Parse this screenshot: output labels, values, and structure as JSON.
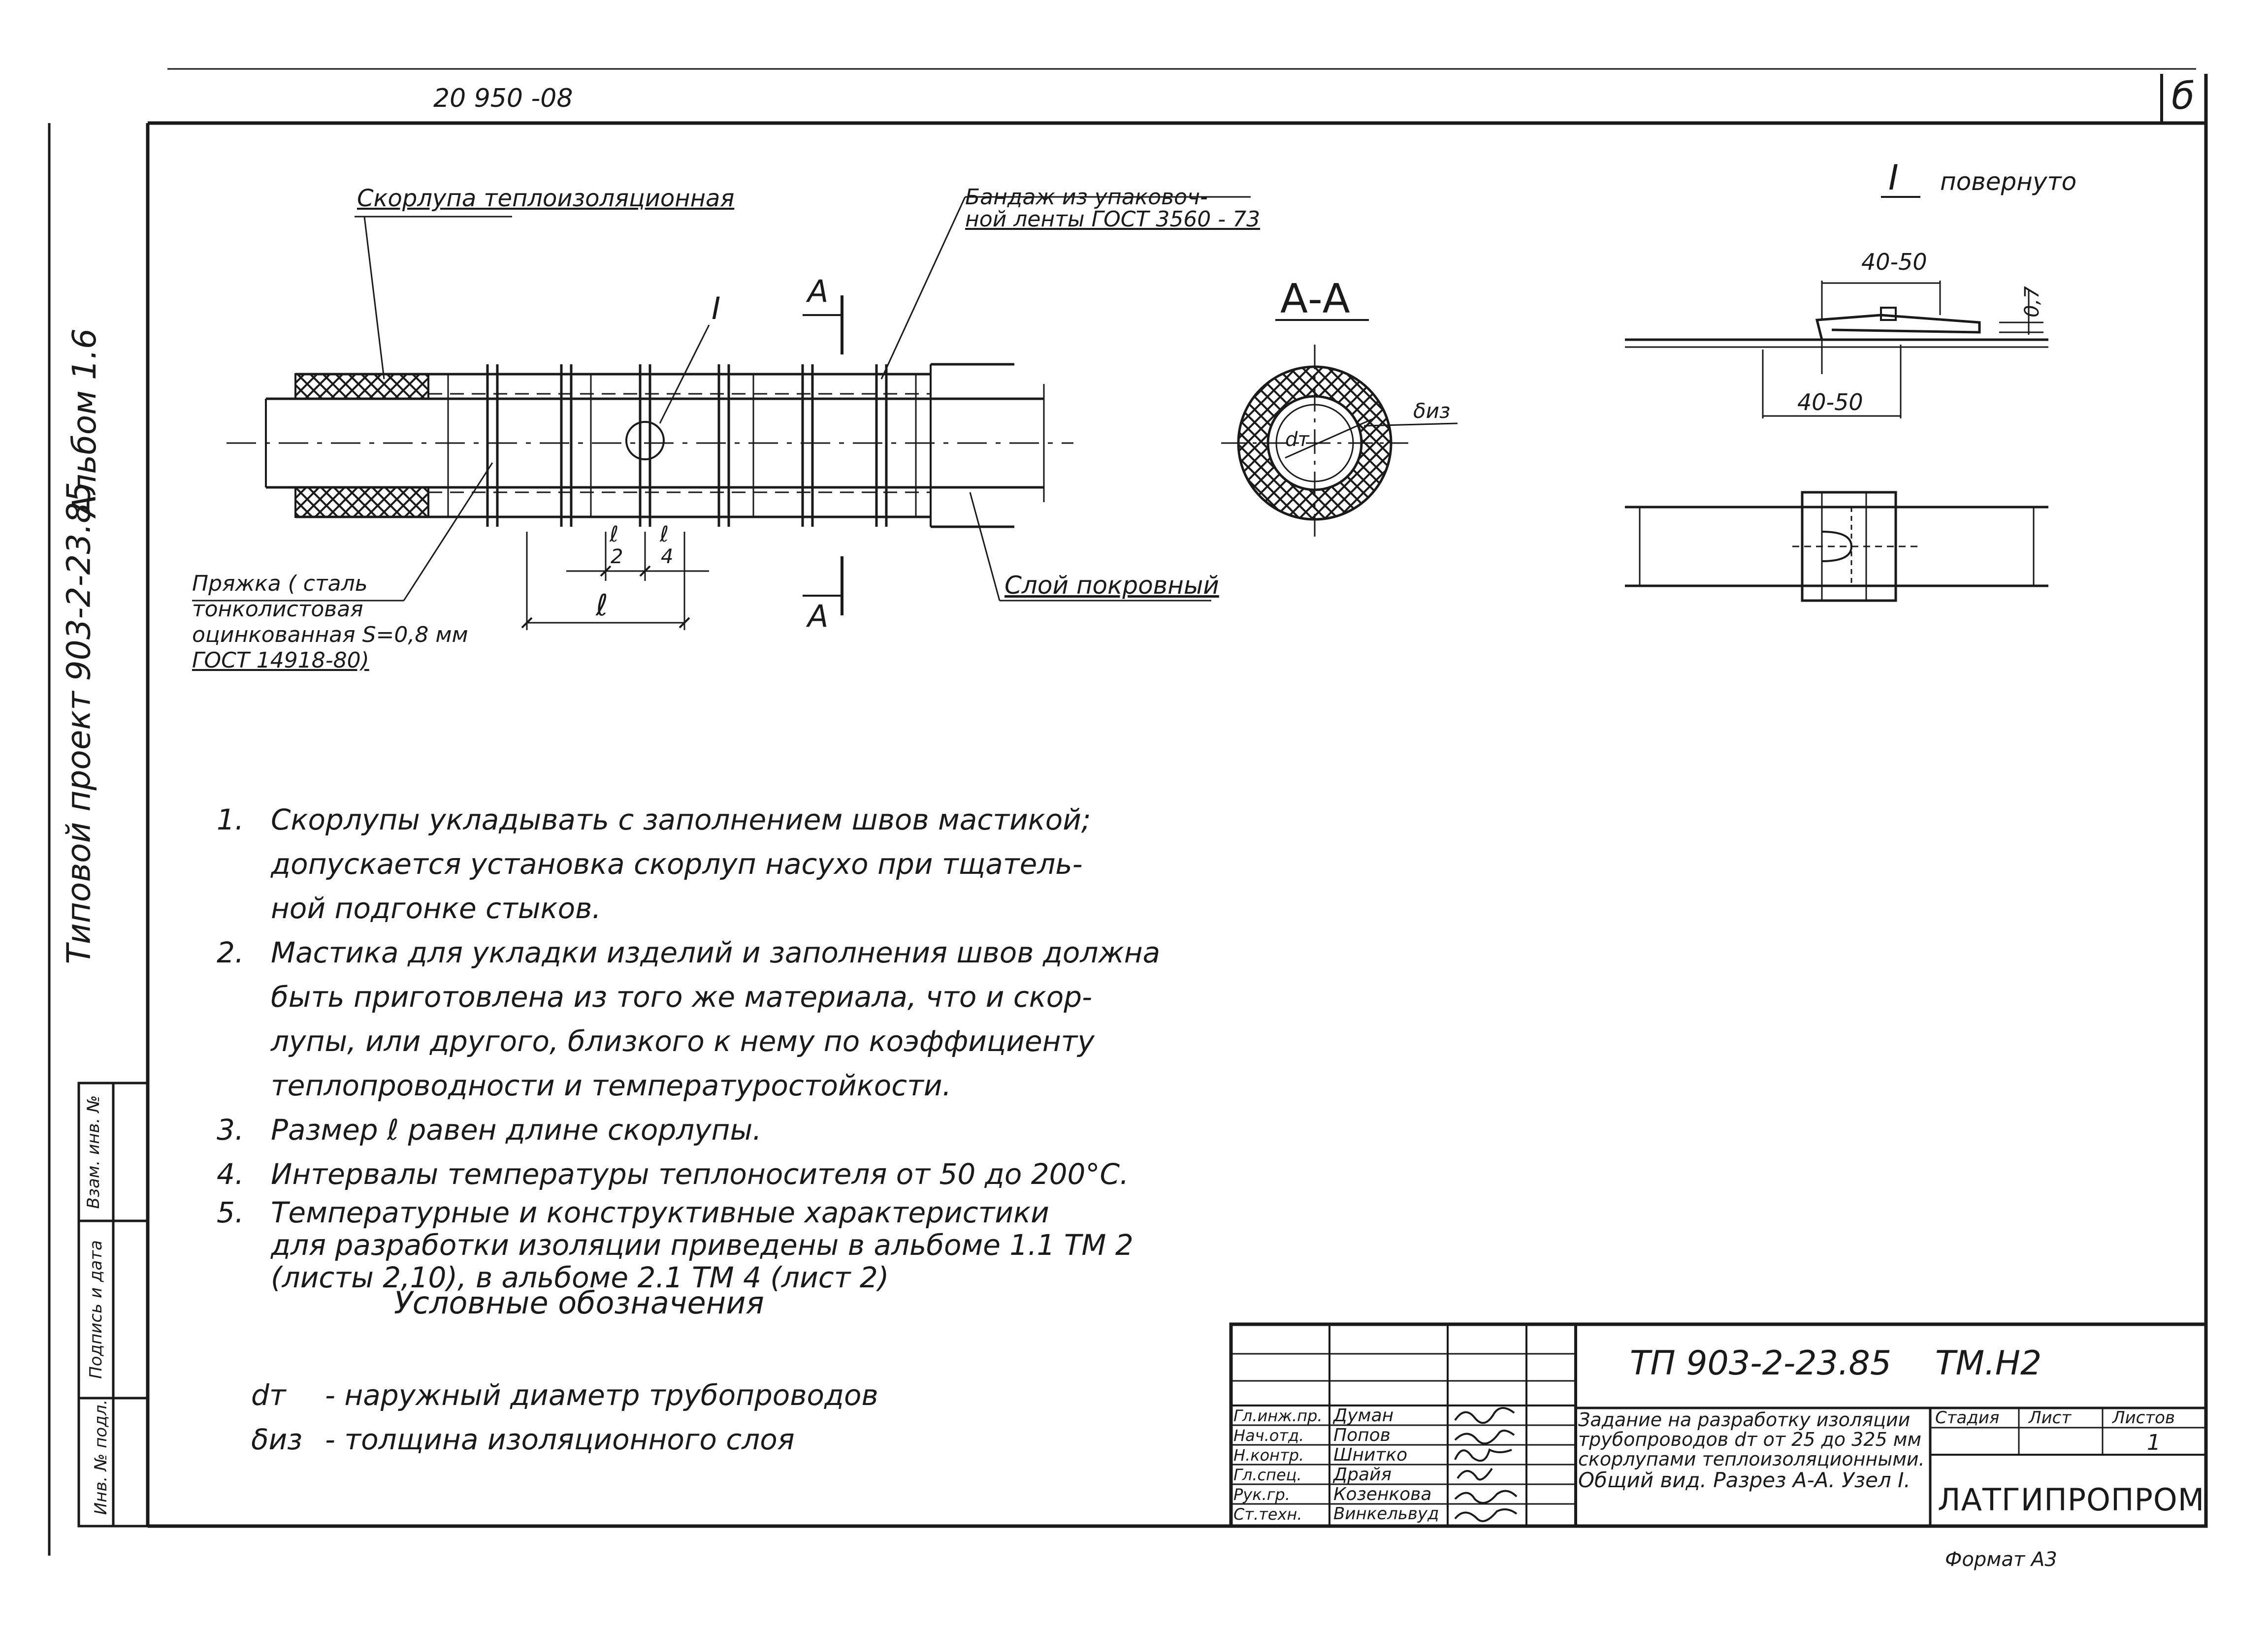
{
  "header": {
    "doc_code": "20 950 -08",
    "sheet_mark": "б"
  },
  "side": {
    "album": "Альбом 1.6",
    "project": "Типовой проект 903-2-23.85",
    "stamp_cells": [
      "Инв. № подл.",
      "Подпись и дата",
      "Взам. инв. №"
    ]
  },
  "drawing": {
    "shell_label": "Скорлупа теплоизоляционная",
    "bandage_label_1": "Бандаж из упаковоч-",
    "bandage_label_2": "ной ленты ГОСТ 3560 - 73",
    "buckle_lines": [
      "Пряжка ( сталь",
      "тонколистовая",
      "оцинкованная S=0,8 мм",
      "ГОСТ 14918-80)"
    ],
    "cover_label": "Слой покровный",
    "node_mark": "I",
    "section_mark": "А",
    "dim_l": "ℓ",
    "dim_l2_num": "ℓ",
    "dim_l2_den": "2",
    "dim_l4_num": "ℓ",
    "dim_l4_den": "4",
    "section_title": "А-А",
    "dm": "dт",
    "biz": "δиз",
    "detail_mark": "I",
    "detail_caption": "повернуто",
    "detail_dim_top": "40-50",
    "detail_dim_bottom": "40-50",
    "detail_dim_side": "0,7"
  },
  "notes": [
    {
      "num": "1.",
      "lines": [
        "Скорлупы укладывать с заполнением швов мастикой;",
        "допускается установка скорлуп насухо при тщатель-",
        "ной подгонке стыков."
      ]
    },
    {
      "num": "2.",
      "lines": [
        "Мастика для укладки изделий и заполнения швов должна",
        "быть приготовлена из того же материала, что и скор-",
        "лупы, или другого, близкого к нему по коэффициенту",
        "теплопроводности и температуростойкости."
      ]
    },
    {
      "num": "3.",
      "lines": [
        "Размер ℓ равен длине скорлупы."
      ]
    },
    {
      "num": "4.",
      "lines": [
        "Интервалы температуры теплоносителя от 50 до 200°С."
      ]
    },
    {
      "num": "5.",
      "lines": [
        "Температурные и конструктивные характеристики",
        "для разработки изоляции приведены в альбоме 1.1 ТМ 2",
        "(листы 2,10), в альбоме 2.1 ТМ 4 (лист 2)"
      ]
    }
  ],
  "legend": {
    "title": "Условные обозначения",
    "items": [
      {
        "sym": "dт",
        "text": "- наружный диаметр трубопроводов"
      },
      {
        "sym": "δиз",
        "text": "- толщина изоляционного слоя"
      }
    ]
  },
  "title_block": {
    "code": "ТП 903-2-23.85",
    "mark": "ТМ.Н2",
    "description": [
      "Задание на разработку изоляции",
      "трубопроводов dт от 25 до 325 мм",
      "скорлупами теплоизоляционными.",
      "Общий вид. Разрез А-А. Узел I."
    ],
    "stage_label": "Стадия",
    "sheet_label": "Лист",
    "sheets_label": "Листов",
    "sheets_value": "1",
    "org": "ЛАТГИПРОПРОМ",
    "roles": [
      {
        "role": "Гл.инж.пр.",
        "name": "Думан"
      },
      {
        "role": "Нач.отд.",
        "name": "Попов"
      },
      {
        "role": "Н.контр.",
        "name": "Шнитко"
      },
      {
        "role": "Гл.спец.",
        "name": "Драйя"
      },
      {
        "role": "Рук.гр.",
        "name": "Козенкова"
      },
      {
        "role": "Ст.техн.",
        "name": "Винкельвуд"
      }
    ]
  },
  "footer": {
    "format": "Формат А3"
  }
}
